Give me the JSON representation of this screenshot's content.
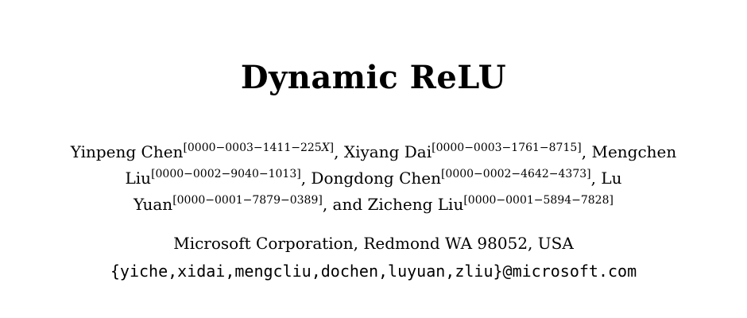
{
  "page": {
    "colors": {
      "background": "#ffffff",
      "text": "#000000"
    },
    "title": "Dynamic ReLU",
    "authors": {
      "lines": [
        [
          {
            "text": "Yinpeng Chen",
            "sup": [
              {
                "t": "[0000−0003−1411−225"
              },
              {
                "t": "X",
                "italic": true
              },
              {
                "t": "]"
              }
            ]
          },
          {
            "text": ", Xiyang Dai",
            "sup": [
              {
                "t": "[0000−0003−1761−8715]"
              }
            ]
          },
          {
            "text": ", Mengchen"
          }
        ],
        [
          {
            "text": "Liu",
            "sup": [
              {
                "t": "[0000−0002−9040−1013]"
              }
            ]
          },
          {
            "text": ", Dongdong Chen",
            "sup": [
              {
                "t": "[0000−0002−4642−4373]"
              }
            ]
          },
          {
            "text": ", Lu"
          }
        ],
        [
          {
            "text": "Yuan",
            "sup": [
              {
                "t": "[0000−0001−7879−0389]"
              }
            ]
          },
          {
            "text": ", and Zicheng Liu",
            "sup": [
              {
                "t": "[0000−0001−5894−7828]"
              }
            ]
          }
        ]
      ]
    },
    "affiliation": "Microsoft Corporation, Redmond WA 98052, USA",
    "email": "{yiche,xidai,mengcliu,dochen,luyuan,zliu}@microsoft.com"
  }
}
